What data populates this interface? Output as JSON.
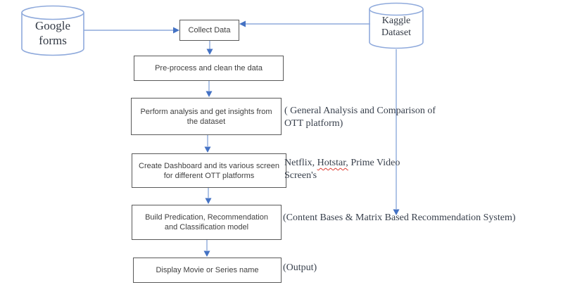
{
  "diagram": {
    "sources": {
      "google_forms": {
        "line1": "Google",
        "line2": "forms"
      },
      "kaggle": {
        "line1": "Kaggle",
        "line2": "Dataset"
      }
    },
    "steps": {
      "collect": "Collect Data",
      "preprocess": "Pre-process and clean the data",
      "analysis": "Perform analysis and get insights from the dataset",
      "dashboard": "Create Dashboard and its various screen for different OTT platforms",
      "model": "Build Predication, Recommendation and Classification model",
      "display": "Display Movie or Series name"
    },
    "annotations": {
      "analysis_line1": "( General Analysis and Comparison of",
      "analysis_line2": "OTT platform)",
      "dashboard_part1": "Netflix, ",
      "dashboard_misspelled": "Hotstar,",
      "dashboard_part2": " Prime Video",
      "dashboard_line2": "Screen's",
      "model_note": "(Content Bases & Matrix Based Recommendation System)",
      "output_note": "(Output)"
    },
    "colors": {
      "connector_line": "#8faadc",
      "arrowhead": "#4472c4",
      "box_border": "#595959",
      "cylinder_border": "#8faadc",
      "box_text": "#3f3f3f",
      "annotation_text": "#39414d",
      "spellcheck_underline": "#e03c31"
    }
  }
}
